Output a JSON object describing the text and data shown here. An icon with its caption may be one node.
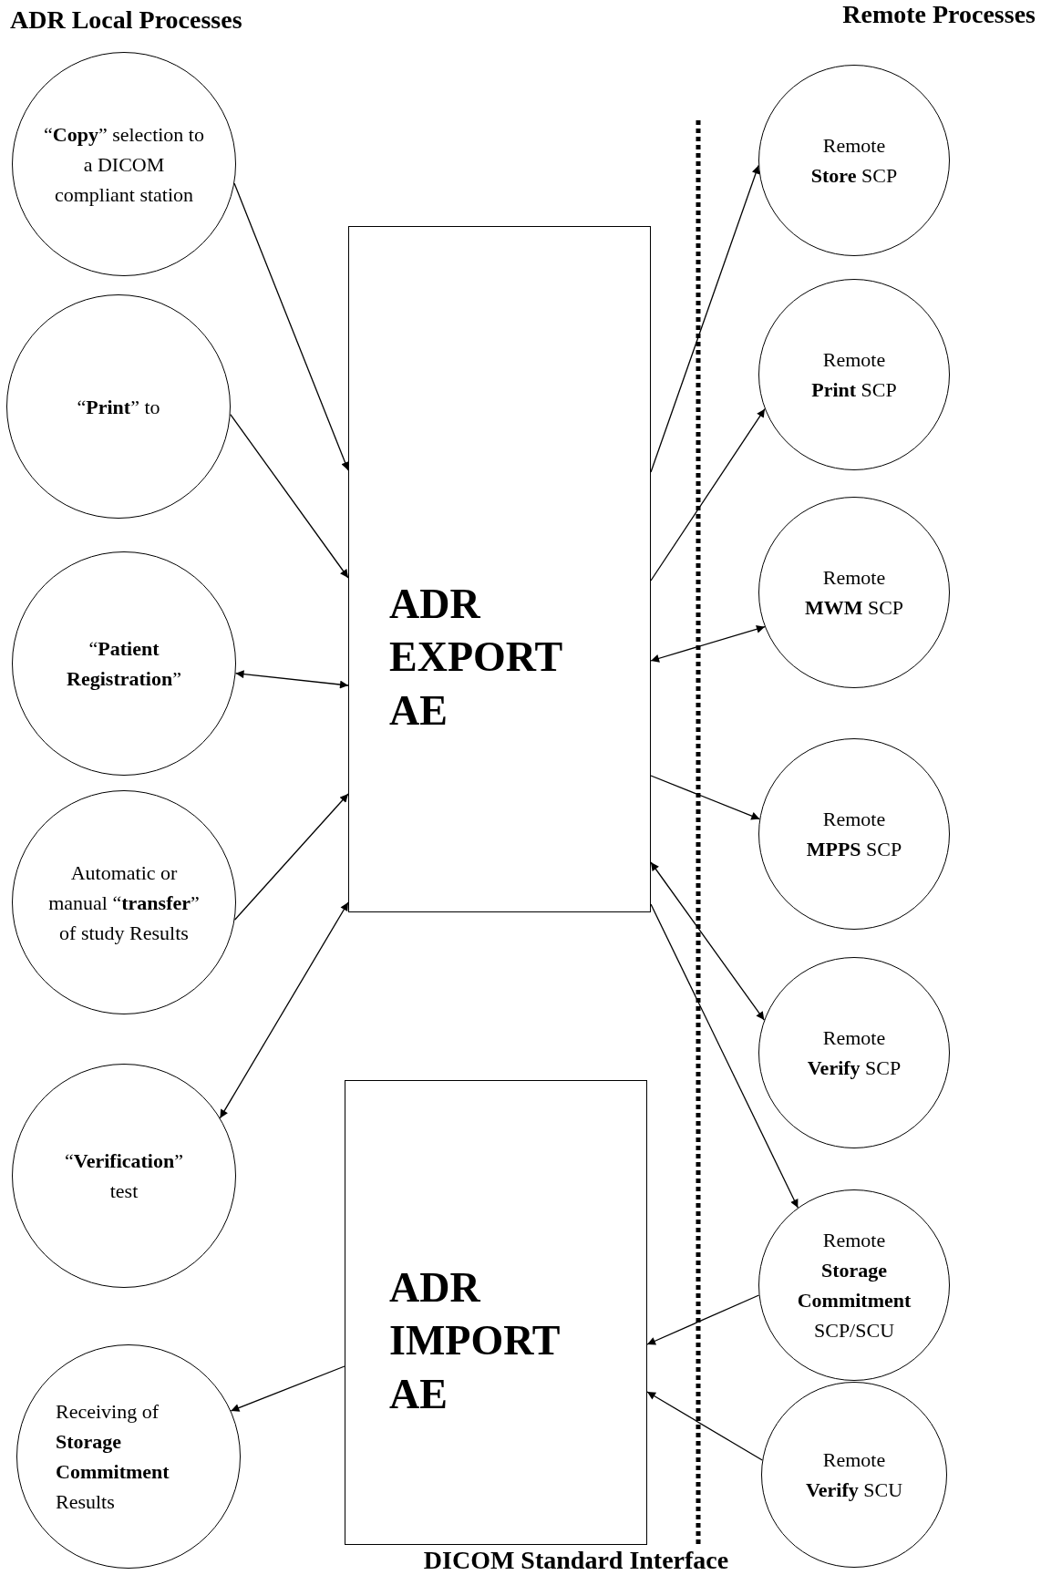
{
  "diagram": {
    "title": "ADR Local Processes",
    "nodes": [
      {
        "text": [
          "“**Copy**” selection to a DICOM compliant station"
        ]
      },
      {
        "text": [
          "“**Print**” to"
        ]
      },
      {
        "text": [
          "“**Patient Registration**”"
        ]
      },
      {
        "text": [
          "Automatic or manual “**transfer**” of study Results"
        ]
      },
      {
        "text": [
          "“**Verification**” test"
        ]
      },
      {
        "text": [
          "Receiving of **Storage Commitment** Results"
        ]
      },
      {
        "text": [
          "ADR EXPORT AE"
        ]
      },
      {
        "text": [
          "ADR IMPORT AE"
        ]
      },
      {
        "text": [
          "Remote **Store** SCP"
        ]
      },
      {
        "text": [
          "Remote **Print** SCP"
        ]
      },
      {
        "text": [
          "Remote **MWM** SCP"
        ]
      },
      {
        "text": [
          "Remote **MPPS** SCP"
        ]
      },
      {
        "text": [
          "Remote **Verify** SCP"
        ]
      },
      {
        "text": [
          "Remote **Storage Commitment** SCP/SCU"
        ]
      },
      {
        "text": [
          "Remote **Verify** SCU"
        ]
      }
    ],
    "edges": [
      {
        "from": 0,
        "to": 6,
        "arrow": "to"
      },
      {
        "from": 1,
        "to": 6,
        "arrow": "to"
      },
      {
        "from": 2,
        "to": 6,
        "arrow": "both"
      },
      {
        "from": 3,
        "to": 6,
        "arrow": "to"
      },
      {
        "from": 4,
        "to": 6,
        "arrow": "both"
      },
      {
        "from": 7,
        "to": 5,
        "arrow": "to"
      },
      {
        "from": 6,
        "to": 8,
        "arrow": "to"
      },
      {
        "from": 6,
        "to": 9,
        "arrow": "to"
      },
      {
        "from": 6,
        "to": 10,
        "arrow": "both"
      },
      {
        "from": 6,
        "to": 11,
        "arrow": "to"
      },
      {
        "from": 12,
        "to": 6,
        "arrow": "both"
      },
      {
        "from": 6,
        "to": 13,
        "arrow": "to"
      },
      {
        "from": 13,
        "to": 7,
        "arrow": "to"
      },
      {
        "from": 14,
        "to": 7,
        "arrow": "to"
      }
    ],
    "labels": [
      "Remote Processes",
      "DICOM Standard Interface"
    ]
  }
}
